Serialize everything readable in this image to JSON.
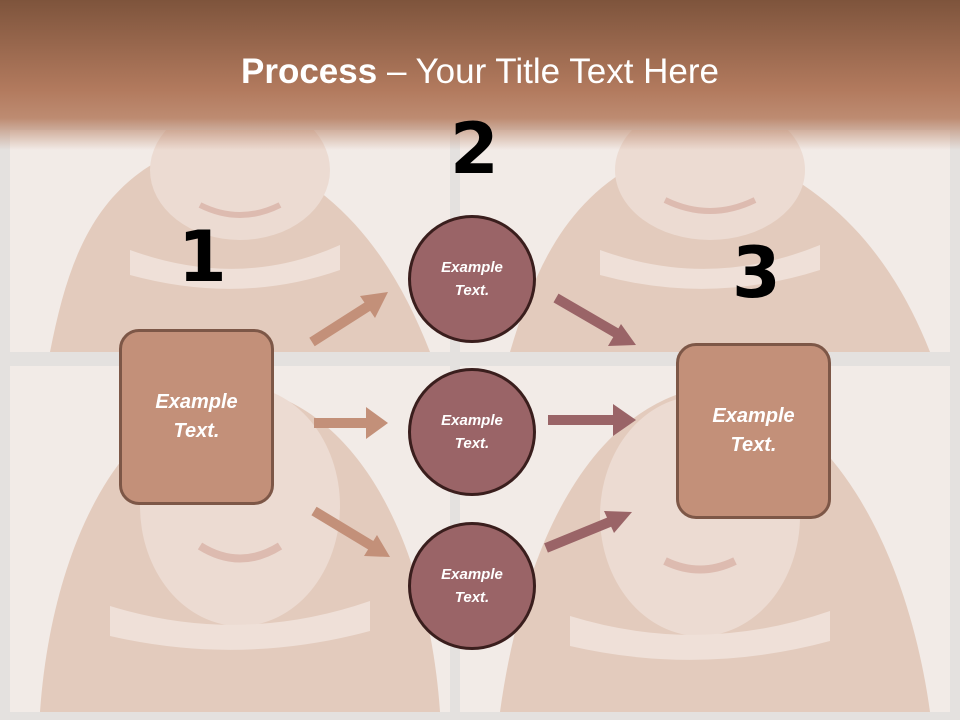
{
  "title": {
    "bold": "Process",
    "rest": " – Your Title Text Here"
  },
  "steps": [
    {
      "number": "1",
      "label_line1": "Example",
      "label_line2": "Text."
    },
    {
      "number": "2"
    },
    {
      "number": "3",
      "label_line1": "Example",
      "label_line2": "Text."
    }
  ],
  "circles": [
    {
      "label_line1": "Example",
      "label_line2": "Text."
    },
    {
      "label_line1": "Example",
      "label_line2": "Text."
    },
    {
      "label_line1": "Example",
      "label_line2": "Text."
    }
  ],
  "colors": {
    "header": "#b27a5e",
    "box_fill": "#c39079",
    "box_border": "#7d5747",
    "circle_fill": "#9a6467",
    "circle_border": "#3a1e1d",
    "arrow_light": "#c39079",
    "arrow_dark": "#9a6467"
  }
}
